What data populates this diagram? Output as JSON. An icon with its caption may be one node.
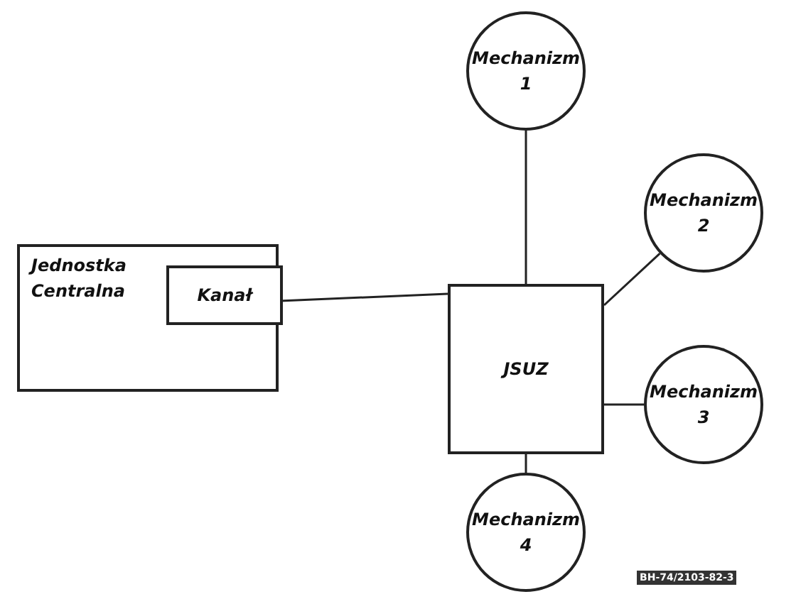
{
  "diagram": {
    "nodes": [
      {
        "text": [
          "Jednostka Centralna"
        ]
      },
      {
        "text": [
          "Kanał"
        ],
        "in": 0
      },
      {
        "text": [
          "JSUZ"
        ]
      },
      {
        "text": [
          "Mechanizm 1"
        ]
      },
      {
        "text": [
          "Mechanizm 2"
        ]
      },
      {
        "text": [
          "Mechanizm 3"
        ]
      },
      {
        "text": [
          "Mechanizm 4"
        ]
      }
    ],
    "edges": [
      {
        "from": 1,
        "to": 2,
        "arrow": "none"
      },
      {
        "from": 2,
        "to": 3,
        "arrow": "none"
      },
      {
        "from": 2,
        "to": 4,
        "arrow": "none"
      },
      {
        "from": 2,
        "to": 5,
        "arrow": "none"
      },
      {
        "from": 2,
        "to": 6,
        "arrow": "none"
      }
    ],
    "labels": [
      "BH-74/2103-82-3"
    ]
  }
}
